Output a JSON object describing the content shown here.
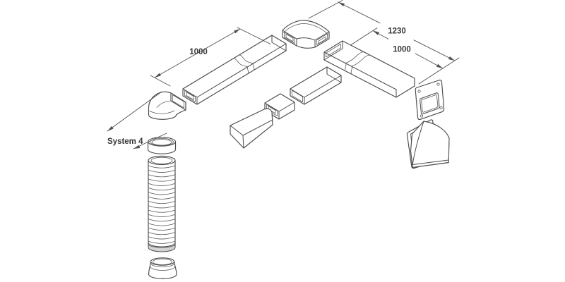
{
  "diagram": {
    "title_semantic": "flat-channel-ducting-kit-exploded-diagram",
    "system_label": "System 4",
    "dimensions": {
      "left_duct_length": "1000",
      "overall_right_run": "1230",
      "right_duct_length": "1000"
    },
    "colors": {
      "line": "#4a4a4a",
      "text": "#383838",
      "background": "#ffffff",
      "shading": "#d4d4d4"
    }
  }
}
